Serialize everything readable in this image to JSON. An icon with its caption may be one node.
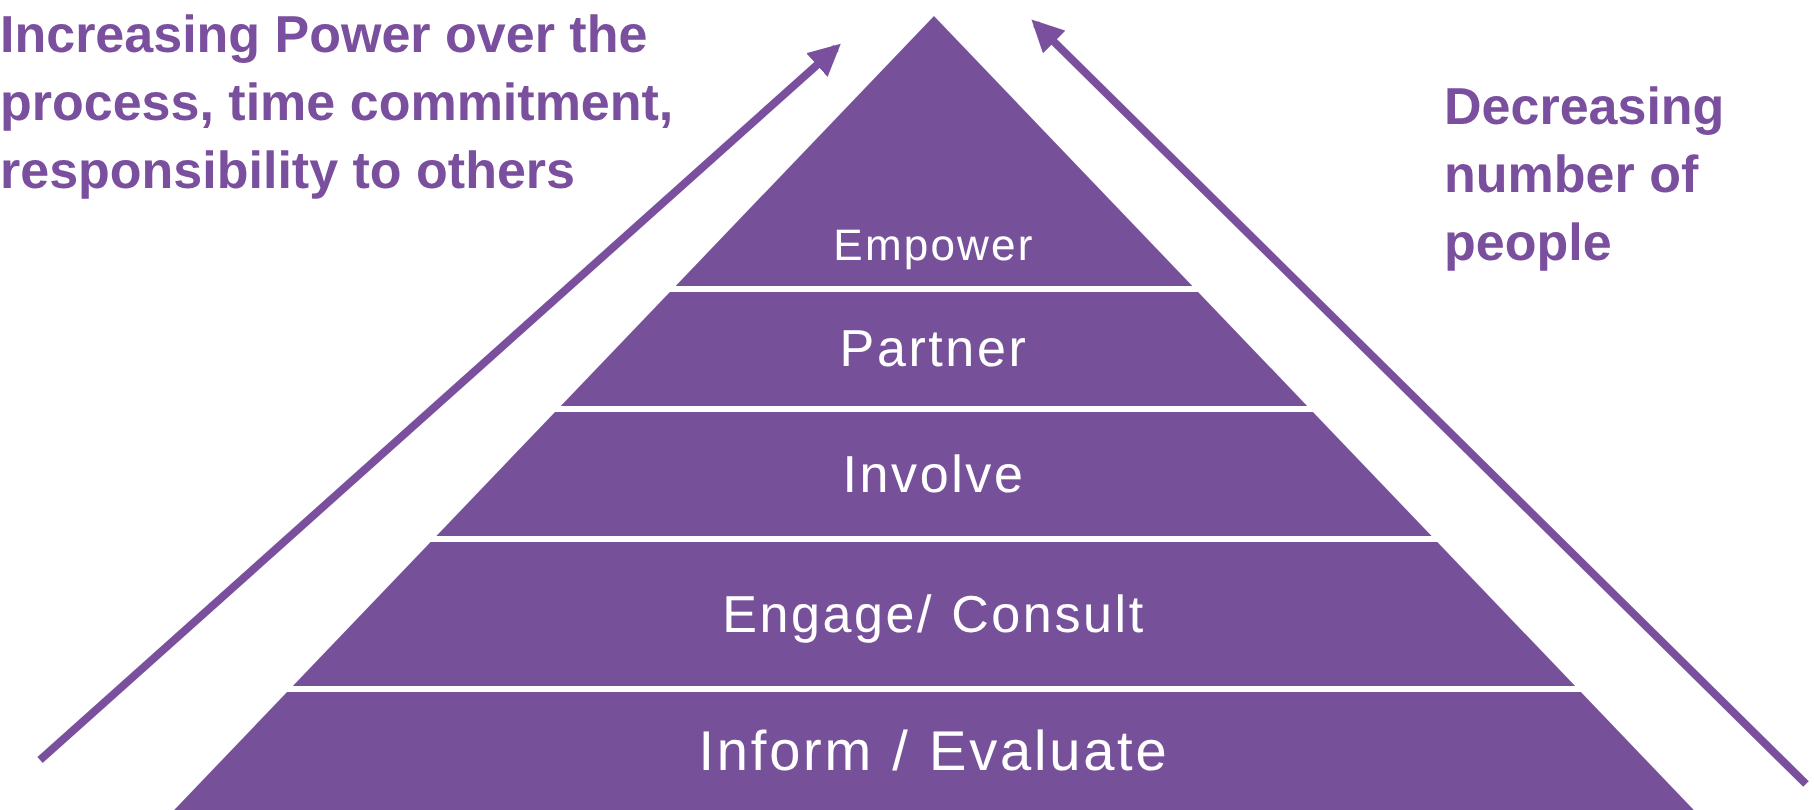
{
  "diagram": {
    "nodes": [
      {
        "text": [
          "Empower"
        ]
      },
      {
        "text": [
          "Partner"
        ]
      },
      {
        "text": [
          "Involve"
        ]
      },
      {
        "text": [
          "Engage/ Consult"
        ]
      },
      {
        "text": [
          "Inform / Evaluate"
        ]
      }
    ],
    "labels": [
      "Increasing Power over the process, time commitment, responsibility to others",
      "Decreasing number of people"
    ]
  }
}
